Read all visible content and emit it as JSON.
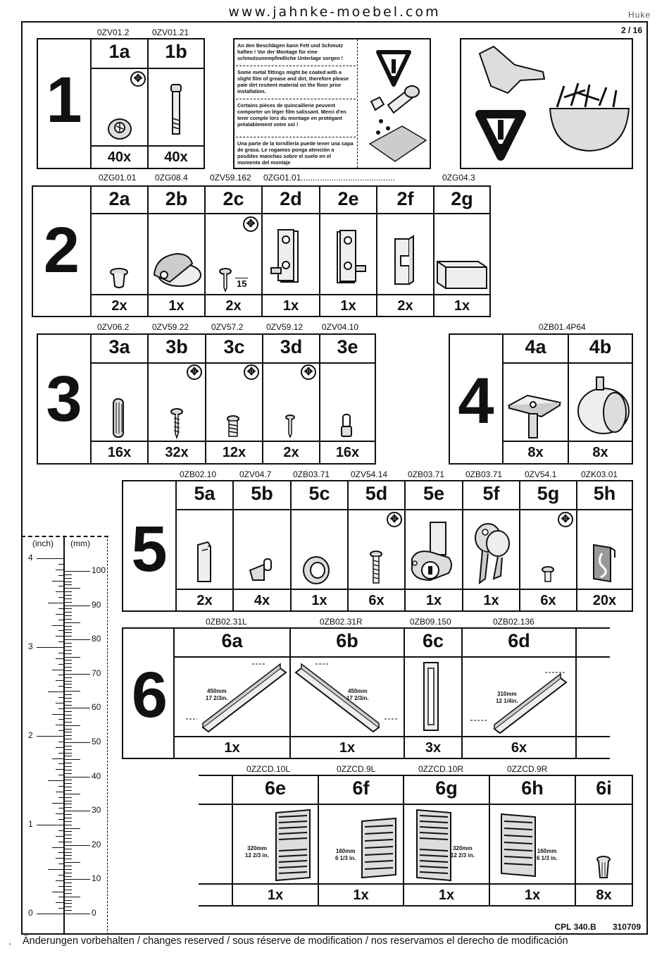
{
  "header": {
    "url": "www.jahnke-moebel.com",
    "brand": "Huke",
    "page": "2 / 16"
  },
  "sec1": {
    "num": "1",
    "items": [
      {
        "code": "0ZV01.2",
        "label": "1a",
        "qty": "40x"
      },
      {
        "code": "0ZV01.21",
        "label": "1b",
        "qty": "40x"
      }
    ]
  },
  "warning": {
    "de": "An den Beschlägen kann Fett und Schmutz haften ! Vor der Montage für eine schmutzunempfindliche Unterlage sorgen !",
    "en": "Some metal fittings might be coated with a slight film of grease and dirt, therefore please pale dirt resitent material on the floor prior installation.",
    "fr": "Certains pièces de quincaillerie peuvent comporter un léger film salissant. Merci d'en tenir compte lors du montage en protégant préalablement votre sol !",
    "es": "Una parte de la tornillería puede tener una capa de grasa. Le rogamos ponga atención a posibles manchas sobre el suelo en el momento del montaje"
  },
  "sec2": {
    "num": "2",
    "codes": [
      "0ZG01.01",
      "0ZG08.4",
      "0ZV59.162",
      "0ZG01.01........................................",
      "0ZG04.3"
    ],
    "items": [
      {
        "label": "2a",
        "qty": "2x"
      },
      {
        "label": "2b",
        "qty": "1x"
      },
      {
        "label": "2c",
        "qty": "2x"
      },
      {
        "label": "2d",
        "qty": "1x"
      },
      {
        "label": "2e",
        "qty": "1x"
      },
      {
        "label": "2f",
        "qty": "2x"
      },
      {
        "label": "2g",
        "qty": "1x"
      }
    ],
    "screw_len": "15"
  },
  "sec3": {
    "num": "3",
    "items": [
      {
        "code": "0ZV06.2",
        "label": "3a",
        "qty": "16x"
      },
      {
        "code": "0ZV59.22",
        "label": "3b",
        "qty": "32x"
      },
      {
        "code": "0ZV57.2",
        "label": "3c",
        "qty": "12x"
      },
      {
        "code": "0ZV59.12",
        "label": "3d",
        "qty": "2x"
      },
      {
        "code": "0ZV04.10",
        "label": "3e",
        "qty": "16x"
      }
    ]
  },
  "sec4": {
    "num": "4",
    "code": "0ZB01.4P64",
    "items": [
      {
        "label": "4a",
        "qty": "8x"
      },
      {
        "label": "4b",
        "qty": "8x"
      }
    ]
  },
  "sec5": {
    "num": "5",
    "items": [
      {
        "code": "0ZB02.10",
        "label": "5a",
        "qty": "2x"
      },
      {
        "code": "0ZV04.7",
        "label": "5b",
        "qty": "4x"
      },
      {
        "code": "0ZB03.71",
        "label": "5c",
        "qty": "1x"
      },
      {
        "code": "0ZV54.14",
        "label": "5d",
        "qty": "6x"
      },
      {
        "code": "0ZB03.71",
        "label": "5e",
        "qty": "1x"
      },
      {
        "code": "0ZB03.71",
        "label": "5f",
        "qty": "1x"
      },
      {
        "code": "0ZV54.1",
        "label": "5g",
        "qty": "6x"
      },
      {
        "code": "0ZK03.01",
        "label": "5h",
        "qty": "20x"
      }
    ]
  },
  "sec6": {
    "num": "6",
    "items": [
      {
        "code": "0ZB02.31L",
        "label": "6a",
        "qty": "1x",
        "dim1": "450mm",
        "dim2": "17 2/3in."
      },
      {
        "code": "0ZB02.31R",
        "label": "6b",
        "qty": "1x",
        "dim1": "450mm",
        "dim2": "17 2/3in."
      },
      {
        "code": "0ZB09.150",
        "label": "6c",
        "qty": "3x"
      },
      {
        "code": "0ZB02.136",
        "label": "6d",
        "qty": "6x",
        "dim1": "310mm",
        "dim2": "12 1/4in."
      }
    ],
    "items2": [
      {
        "code": "0ZZCD.10L",
        "label": "6e",
        "qty": "1x",
        "dim1": "320mm",
        "dim2": "12 2/3 in."
      },
      {
        "code": "0ZZCD.9L",
        "label": "6f",
        "qty": "1x",
        "dim1": "160mm",
        "dim2": "6 1/3 in."
      },
      {
        "code": "0ZZCD.10R",
        "label": "6g",
        "qty": "1x",
        "dim1": "320mm",
        "dim2": "12 2/3 in."
      },
      {
        "code": "0ZZCD.9R",
        "label": "6h",
        "qty": "1x",
        "dim1": "160mm",
        "dim2": "6 1/3 in."
      },
      {
        "label": "6i",
        "qty": "8x"
      }
    ]
  },
  "ruler": {
    "inch_label": "(inch)",
    "mm_label": "(mm)",
    "inch_ticks": [
      "4",
      "3",
      "2",
      "1",
      "0"
    ],
    "mm_ticks": [
      "100",
      "90",
      "80",
      "70",
      "60",
      "50",
      "40",
      "30",
      "20",
      "10",
      "0"
    ]
  },
  "footer": {
    "note": "Änderungen vorbehalten / changes reserved / sous réserve de modification / nos reservamos el derecho de modificación",
    "model": "CPL 340.B",
    "number": "310709",
    "bullet": "."
  }
}
